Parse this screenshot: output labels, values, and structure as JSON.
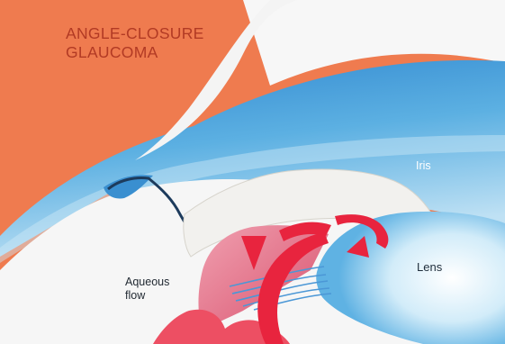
{
  "title": {
    "line1": "ANGLE-CLOSURE",
    "line2": "GLAUCOMA"
  },
  "labels": {
    "iris": "Iris",
    "lens": "Lens",
    "aqueous_line1": "Aqueous",
    "aqueous_line2": "flow"
  },
  "colors": {
    "sclera_orange": "#ee7a4e",
    "cornea_blue": "#5aaee0",
    "iris_white": "#f4f4f2",
    "ciliary_pink": "#e0607a",
    "flow_red": "#e8243e",
    "lens_blue": "#9fd2ef"
  }
}
